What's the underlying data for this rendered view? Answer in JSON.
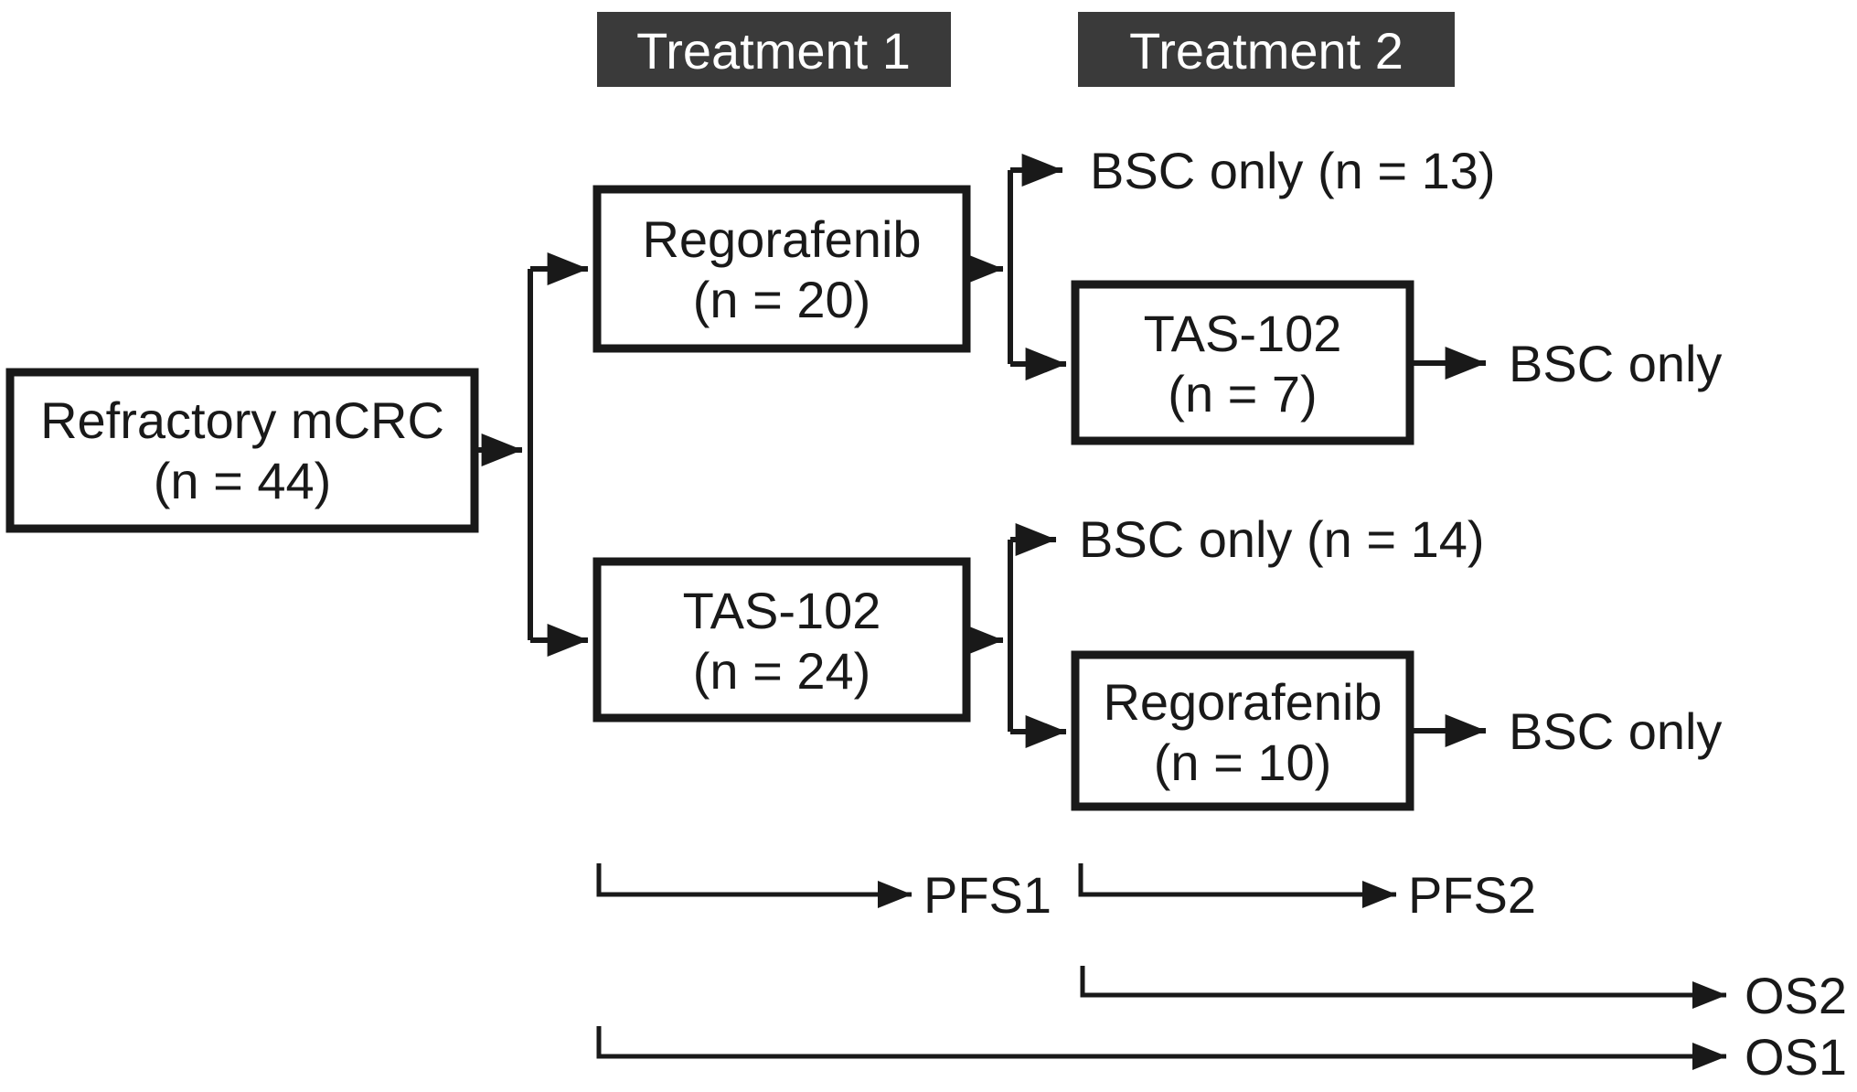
{
  "diagram": {
    "headers": {
      "treatment1": "Treatment 1",
      "treatment2": "Treatment 2"
    },
    "boxes": {
      "refractory": {
        "line1": "Refractory mCRC",
        "line2": "(n = 44)"
      },
      "regorafenib_first": {
        "line1": "Regorafenib",
        "line2": "(n = 20)"
      },
      "tas102_first": {
        "line1": "TAS-102",
        "line2": "(n = 24)"
      },
      "tas102_second": {
        "line1": "TAS-102",
        "line2": "(n = 7)"
      },
      "regorafenib_second": {
        "line1": "Regorafenib",
        "line2": "(n = 10)"
      }
    },
    "labels": {
      "bsc_after_regorafenib_first": "BSC only (n = 13)",
      "bsc_after_tas102_first": "BSC only (n = 14)",
      "bsc_after_tas102_second": "BSC only",
      "bsc_after_regorafenib_second": "BSC only",
      "pfs1": "PFS1",
      "pfs2": "PFS2",
      "os2": "OS2",
      "os1": "OS1"
    },
    "colors": {
      "header_bg": "#3a3a3a",
      "header_text": "#ffffff",
      "line": "#191919",
      "box_border": "#191919",
      "background": "#ffffff"
    }
  }
}
